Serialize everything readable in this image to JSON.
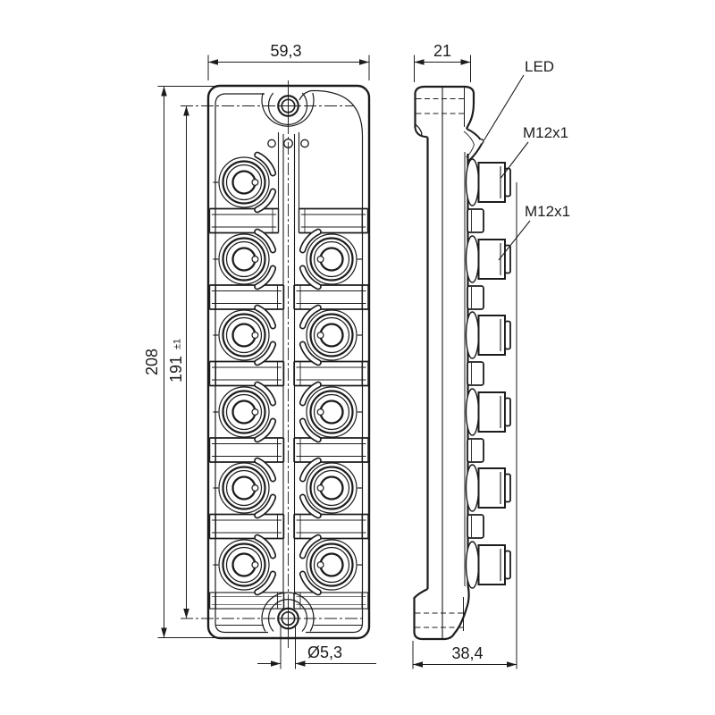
{
  "drawing": {
    "dimensions": {
      "front_width": "59,3",
      "side_depth": "21",
      "total_height": "208",
      "mounting_hole_distance": "191",
      "mounting_hole_tolerance": "±1",
      "mounting_hole_diameter": "Ø5,3",
      "total_depth": "38,4"
    },
    "callouts": {
      "led": "LED",
      "connector_top": "M12x1",
      "connector_side": "M12x1"
    },
    "colors": {
      "line": "#1c1c1c",
      "background": "#ffffff"
    }
  }
}
